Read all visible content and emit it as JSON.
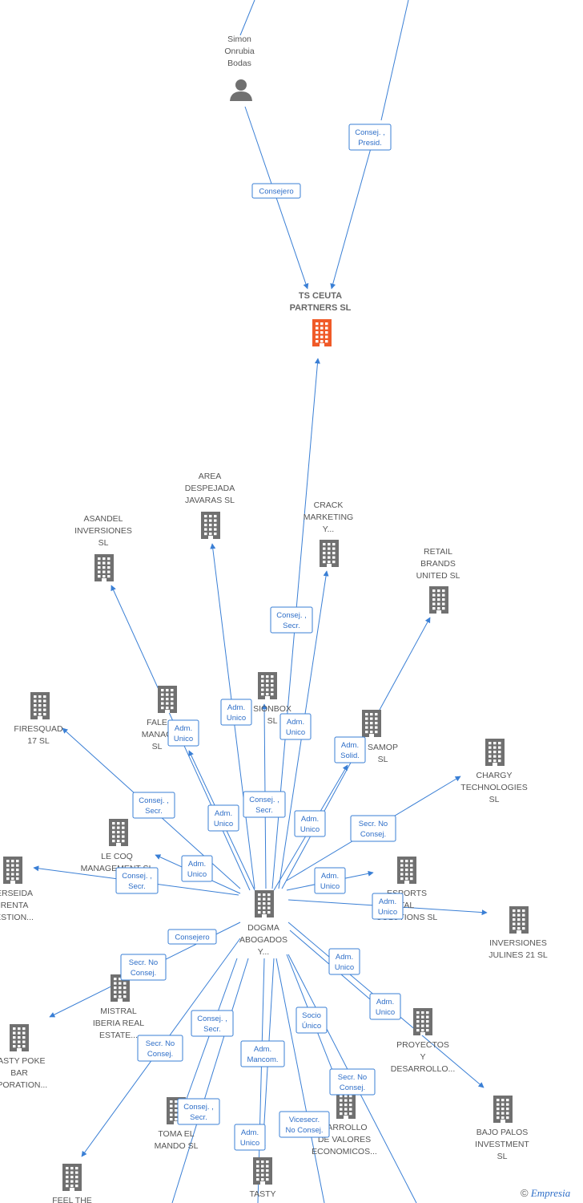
{
  "colors": {
    "edge": "#3a7fd5",
    "building": "#707070",
    "building_main": "#f05a28",
    "person": "#707070",
    "label": "#555555"
  },
  "nodes": [
    {
      "id": "simon",
      "kind": "person",
      "label": [
        "Simon",
        "Onrubia",
        "Bodas"
      ]
    },
    {
      "id": "ts",
      "kind": "main",
      "label": [
        "TS CEUTA",
        "PARTNERS  SL"
      ]
    },
    {
      "id": "area",
      "kind": "company",
      "label": [
        "AREA",
        "DESPEJADA",
        "JAVARAS SL"
      ]
    },
    {
      "id": "asandel",
      "kind": "company",
      "label": [
        "ASANDEL",
        "INVERSIONES",
        "SL"
      ]
    },
    {
      "id": "crack",
      "kind": "company",
      "label": [
        "CRACK",
        "MARKETING",
        "Y..."
      ]
    },
    {
      "id": "retail",
      "kind": "company",
      "label": [
        "RETAIL",
        "BRANDS",
        "UNITED  SL"
      ]
    },
    {
      "id": "sionbox",
      "kind": "company",
      "label": [
        "SIONBOX",
        "SL"
      ]
    },
    {
      "id": "fale",
      "kind": "company",
      "label": [
        "FALE",
        "MANAG",
        "SL"
      ]
    },
    {
      "id": "firesquad",
      "kind": "company",
      "label": [
        "FIRESQUAD",
        "17  SL"
      ]
    },
    {
      "id": "samop",
      "kind": "company",
      "label": [
        "SAMOP",
        "SL"
      ]
    },
    {
      "id": "chargy",
      "kind": "company",
      "label": [
        "CHARGY",
        "TECHNOLOGIES",
        "SL"
      ]
    },
    {
      "id": "lecoq",
      "kind": "company",
      "label": [
        "LE COQ",
        "MANAGEMENT SL"
      ]
    },
    {
      "id": "erseida",
      "kind": "company",
      "label": [
        "ERSEIDA",
        "RENTA",
        "ESTION..."
      ]
    },
    {
      "id": "esports",
      "kind": "company",
      "label": [
        "ESPORTS",
        "TAL",
        "SOLUTIONS  SL"
      ]
    },
    {
      "id": "julines",
      "kind": "company",
      "label": [
        "INVERSIONES",
        "JULINES 21  SL"
      ]
    },
    {
      "id": "dogma",
      "kind": "company",
      "label": [
        "DOGMA",
        "ABOGADOS",
        "Y..."
      ]
    },
    {
      "id": "mistral",
      "kind": "company",
      "label": [
        "MISTRAL",
        "IBERIA REAL",
        "ESTATE..."
      ]
    },
    {
      "id": "tasty",
      "kind": "company",
      "label": [
        "TASTY POKE",
        "BAR",
        "RPORATION..."
      ]
    },
    {
      "id": "proyectos",
      "kind": "company",
      "label": [
        "PROYECTOS",
        "Y",
        "DESARROLLO..."
      ]
    },
    {
      "id": "bajo",
      "kind": "company",
      "label": [
        "BAJO PALOS",
        "INVESTMENT",
        "SL"
      ]
    },
    {
      "id": "toma",
      "kind": "company",
      "label": [
        "TOMA EL",
        "MANDO  SL"
      ]
    },
    {
      "id": "desarrollo",
      "kind": "company",
      "label": [
        "SARROLLO",
        "DE VALORES",
        "ECONOMICOS..."
      ]
    },
    {
      "id": "tasty2",
      "kind": "company",
      "label": [
        "TASTY"
      ]
    },
    {
      "id": "feel",
      "kind": "company",
      "label": [
        "FEEL THE"
      ]
    }
  ],
  "relations": [
    [
      "Consejero"
    ],
    [
      "Consej. ,",
      "Presid."
    ],
    [
      "Consej. ,",
      "Secr."
    ],
    [
      "Adm.",
      "Unico"
    ],
    [
      "Adm.",
      "Unico"
    ],
    [
      "Adm.",
      "Unico"
    ],
    [
      "Adm.",
      "Solid."
    ],
    [
      "Consej. ,",
      "Secr."
    ],
    [
      "Adm.",
      "Unico"
    ],
    [
      "Consej. ,",
      "Secr."
    ],
    [
      "Adm.",
      "Unico"
    ],
    [
      "Secr.  No",
      "Consej."
    ],
    [
      "Adm.",
      "Unico"
    ],
    [
      "Consej. ,",
      "Secr."
    ],
    [
      "Adm.",
      "Unico"
    ],
    [
      "Adm.",
      "Unico"
    ],
    [
      "Consejero"
    ],
    [
      "Secr.  No",
      "Consej."
    ],
    [
      "Adm.",
      "Unico"
    ],
    [
      "Adm.",
      "Unico"
    ],
    [
      "Consej. ,",
      "Secr."
    ],
    [
      "Socio",
      "Único"
    ],
    [
      "Secr.  No",
      "Consej."
    ],
    [
      "Adm.",
      "Mancom."
    ],
    [
      "Secr.  No",
      "Consej."
    ],
    [
      "Consej. ,",
      "Secr."
    ],
    [
      "Vicesecr.",
      "No Consej."
    ],
    [
      "Adm.",
      "Unico"
    ]
  ],
  "credit": {
    "symbol": "©",
    "brand": "Empresia"
  }
}
